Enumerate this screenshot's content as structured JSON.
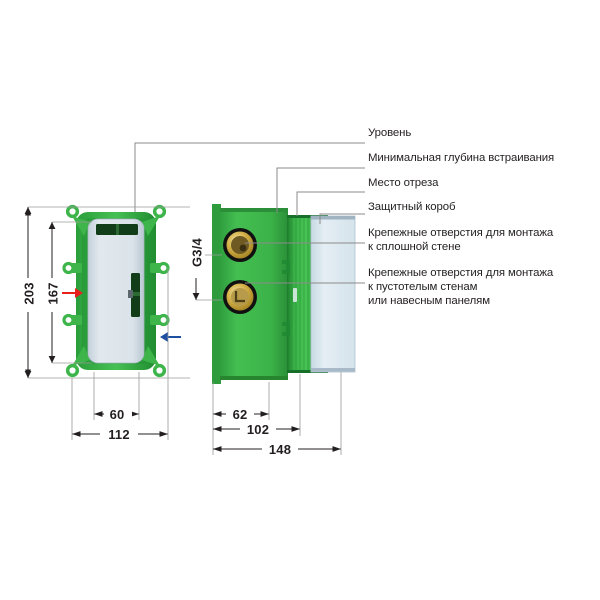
{
  "diagram": {
    "title": "Concealed shower mixer rough-in body technical drawing",
    "colors": {
      "body_green": "#3DB54A",
      "dark_green": "#1D7A32",
      "deep_green": "#11471E",
      "brass": "#C9A227",
      "brass_light": "#E8CE7A",
      "panel_grey": "#D9E2E8",
      "box_blue": "#DCE8EF",
      "line": "#231f20",
      "leader": "#7f7f7f",
      "arrow_hot": "#E8201C",
      "arrow_cold": "#1F4FA0"
    },
    "callouts": [
      {
        "id": "uroven",
        "label": "Уровень"
      },
      {
        "id": "min-depth",
        "label": "Минимальная глубина встраивания"
      },
      {
        "id": "cut-place",
        "label": "Место отреза"
      },
      {
        "id": "protective-box",
        "label": "Защитный короб"
      },
      {
        "id": "mount-holes-solid",
        "label": "Крепежные отверстия для монтажа\nк сплошной стене"
      },
      {
        "id": "mount-holes-hollow",
        "label": "Крепежные отверстия для монтажа\nк пустотелым стенам\nили навесным панелям"
      }
    ],
    "dimensions": {
      "front_height_outer": "203",
      "front_height_inner": "167",
      "front_width_inner": "60",
      "front_width_outer": "112",
      "thread_size": "G3/4",
      "side_depth_body": "62",
      "side_depth_cut": "102",
      "side_depth_total": "148"
    },
    "flow_arrows": [
      {
        "id": "hot-inlet-arrow",
        "direction": "right",
        "color": "#E8201C"
      },
      {
        "id": "cold-inlet-arrow",
        "direction": "left",
        "color": "#1F4FA0"
      }
    ]
  }
}
